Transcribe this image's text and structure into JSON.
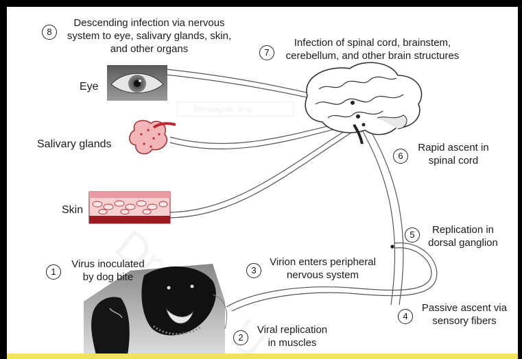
{
  "steps": [
    {
      "number": "1",
      "lines": [
        "Virus inoculated",
        "by dog bite"
      ]
    },
    {
      "number": "2",
      "lines": [
        "Viral replication",
        "in muscles"
      ]
    },
    {
      "number": "3",
      "lines": [
        "Virion enters peripheral",
        "nervous system"
      ]
    },
    {
      "number": "4",
      "lines": [
        "Passive ascent via",
        "sensory fibers"
      ]
    },
    {
      "number": "5",
      "lines": [
        "Replication in",
        "dorsal ganglion"
      ]
    },
    {
      "number": "6",
      "lines": [
        "Rapid ascent in",
        "spinal cord"
      ]
    },
    {
      "number": "7",
      "lines": [
        "Infection of spinal cord, brainstem,",
        "cerebellum, and other brain structures"
      ]
    },
    {
      "number": "8",
      "lines": [
        "Descending infection via nervous",
        "system to eye, salivary glands, skin,",
        "and other organs"
      ]
    }
  ],
  "organs": {
    "eye": "Eye",
    "salivary": "Salivary glands",
    "skin": "Skin"
  },
  "watermark": {
    "tab": "Rectangular Snip",
    "text": "Dr. T.H.U."
  },
  "colors": {
    "border": "#000000",
    "bottom_bar": "#f3e35a",
    "accent": "#ff7f1f",
    "nerve": "#555555",
    "skin_pink": "#f2b6b8",
    "skin_red": "#9b1b22",
    "gland_red": "#c0272d"
  }
}
